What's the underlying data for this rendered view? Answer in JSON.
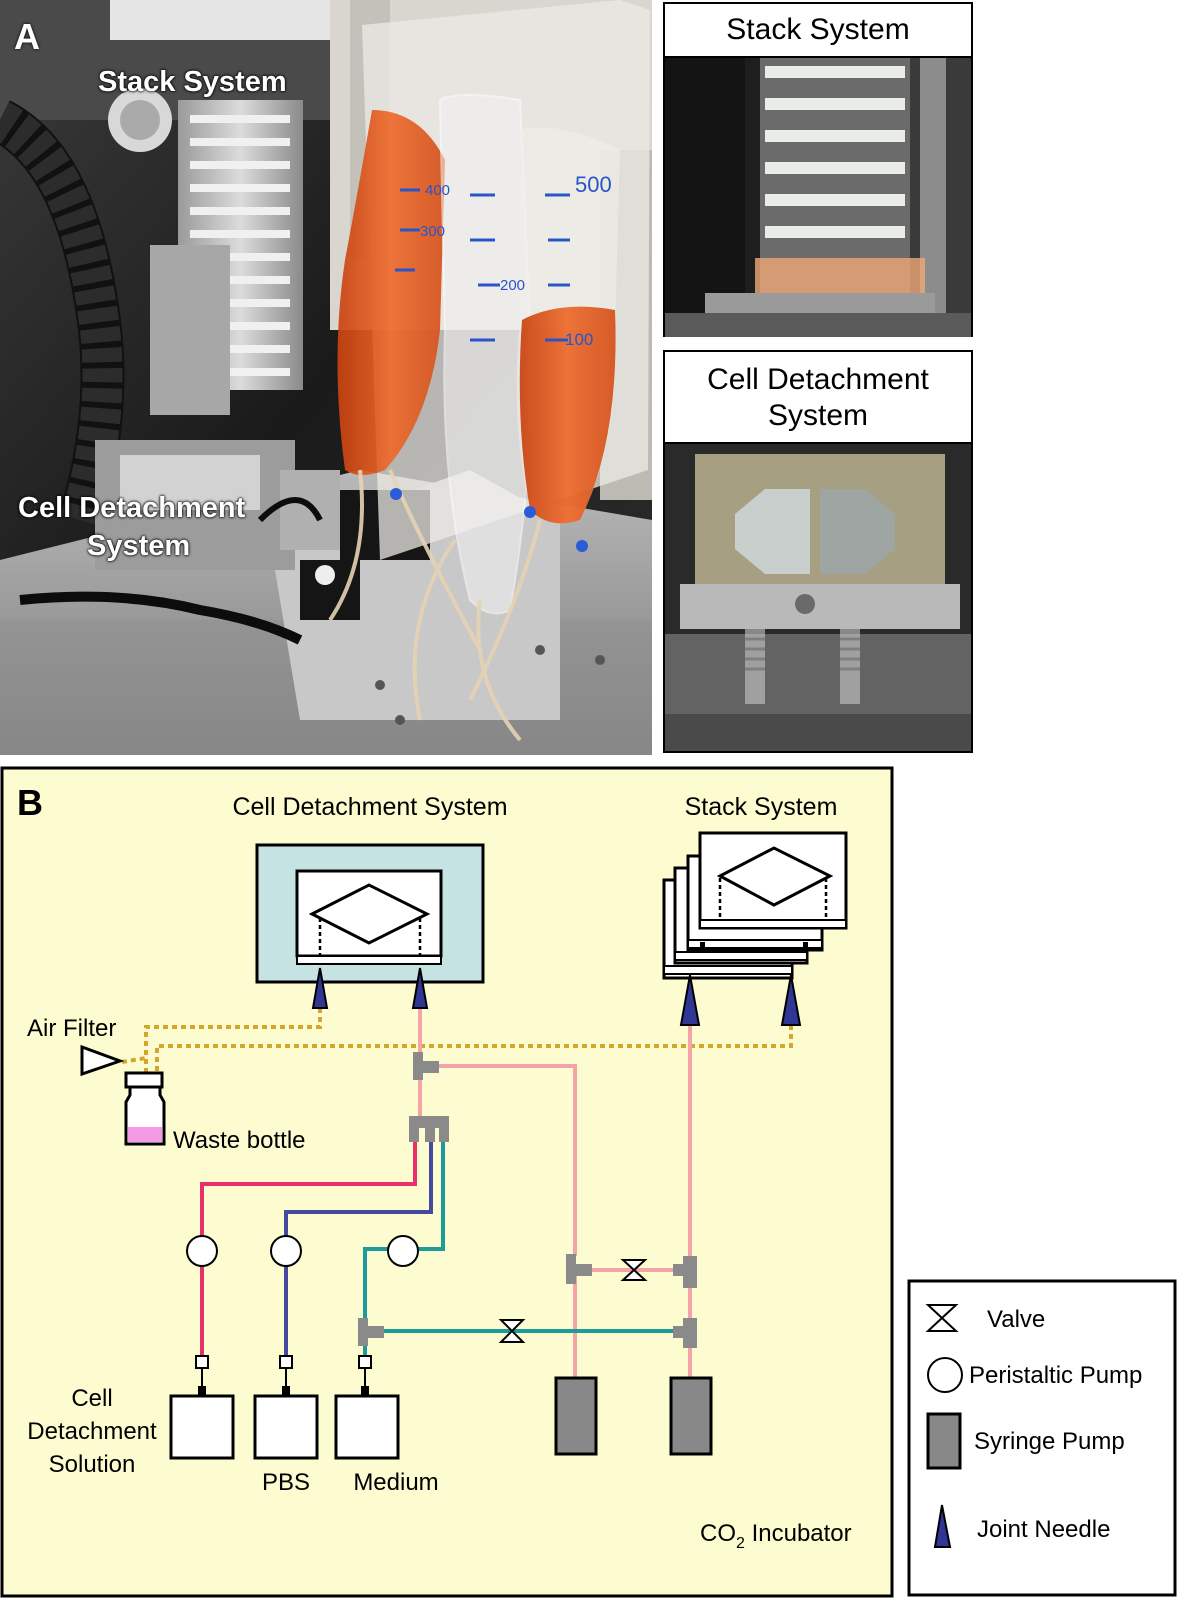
{
  "panel_a": {
    "letter": "A",
    "photo_labels": {
      "stack": "Stack System",
      "detach_line1": "Cell Detachment",
      "detach_line2": "System"
    },
    "inset_stack_title": "Stack System",
    "inset_detach_title_line1": "Cell Detachment",
    "inset_detach_title_line2": "System",
    "bag_marks": [
      "400",
      "300",
      "200",
      "100",
      "500"
    ]
  },
  "panel_b": {
    "letter": "B",
    "cell_detachment_title": "Cell Detachment System",
    "stack_title": "Stack System",
    "air_filter": "Air Filter",
    "waste_bottle": "Waste bottle",
    "solution_line1": "Cell",
    "solution_line2": "Detachment",
    "solution_line3": "Solution",
    "pbs": "PBS",
    "medium": "Medium",
    "incubator_co": "CO",
    "incubator_sub": "2",
    "incubator_rest": " Incubator"
  },
  "legend": {
    "valve": "Valve",
    "peristaltic": "Peristaltic Pump",
    "syringe": "Syringe Pump",
    "needle": "Joint Needle"
  },
  "colors": {
    "incubator_bg": "#fdfbd0",
    "detach_box": "#c5e3e3",
    "line_pink": "#f4a3a8",
    "line_red": "#e8306a",
    "line_blue": "#454a9e",
    "line_teal": "#1d9b9b",
    "line_gold": "#d4a72c",
    "needle": "#303694",
    "connector": "#8a8a8a",
    "syringe": "#888888",
    "waste_fill": "#f59be6",
    "medium_orange": "#e8551c"
  }
}
